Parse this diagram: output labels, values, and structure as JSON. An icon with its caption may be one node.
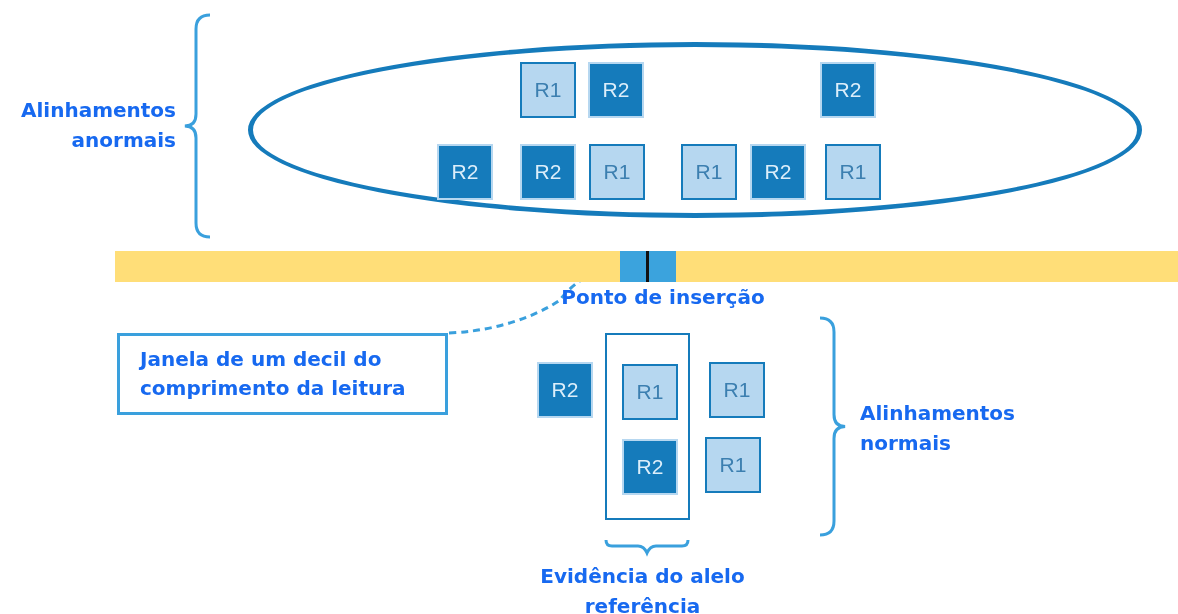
{
  "diagram": {
    "nodes": [
      {
        "text": [],
        "shape": "ellipse"
      },
      {
        "text": [
          "R1"
        ],
        "in": 0
      },
      {
        "text": [
          "R2"
        ],
        "in": 0
      },
      {
        "text": [
          "R2"
        ],
        "in": 0
      },
      {
        "text": [
          "R2"
        ],
        "in": 0
      },
      {
        "text": [
          "R2"
        ],
        "in": 0
      },
      {
        "text": [
          "R1"
        ],
        "in": 0
      },
      {
        "text": [
          "R1"
        ],
        "in": 0
      },
      {
        "text": [
          "R2"
        ],
        "in": 0
      },
      {
        "text": [
          "R1"
        ],
        "in": 0
      },
      {
        "text": [],
        "shape": "bar"
      },
      {
        "text": [],
        "shape": "box",
        "in": 10
      },
      {
        "text": [
          "Janela de um decil do comprimento da leitura"
        ]
      },
      {
        "text": [
          "R2"
        ]
      },
      {
        "text": [],
        "shape": "box"
      },
      {
        "text": [
          "R1"
        ],
        "in": 14
      },
      {
        "text": [
          "R2"
        ],
        "in": 14
      },
      {
        "text": [
          "R1"
        ]
      },
      {
        "text": [
          "R1"
        ]
      }
    ],
    "edges": [
      {
        "from": 12,
        "to": 11,
        "arrow": "none",
        "style": "dashed"
      }
    ],
    "labels": [
      "Alinhamentos anormais",
      "Ponto de inserção",
      "Alinhamentos normais",
      "Evidência do alelo referência"
    ]
  }
}
